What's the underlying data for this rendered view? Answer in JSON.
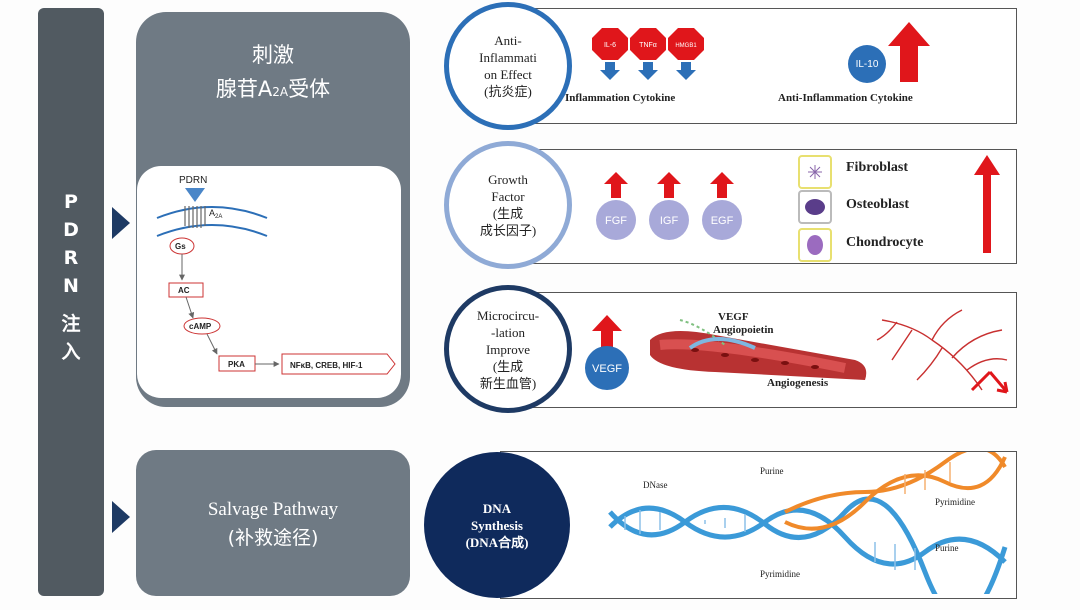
{
  "sidebar": {
    "text_lines": [
      "P",
      "D",
      "R",
      "N",
      "注",
      "入"
    ]
  },
  "a2a_panel": {
    "title_line1": "刺激",
    "title_prefix": "腺苷A",
    "title_sub": "2A",
    "title_suffix": "受体",
    "pathway": {
      "ligand": "PDRN",
      "receptor": "A",
      "receptor_sub": "2A",
      "gs": "Gs",
      "ac": "AC",
      "camp": "cAMP",
      "pka": "PKA",
      "targets": "NFκB, CREB, HIF-1"
    }
  },
  "salvage_panel": {
    "title": "Salvage Pathway",
    "subtitle": "(补救途径)"
  },
  "row1": {
    "circle_lines": [
      "Anti-",
      "Inflammati",
      "on Effect",
      "(抗炎症)"
    ],
    "cytokines": [
      "IL-6",
      "TNFα",
      "HMGB1"
    ],
    "cytokines_label": "Inflammation Cytokine",
    "il10": "IL-10",
    "anti_label": "Anti-Inflammation Cytokine"
  },
  "row2": {
    "circle_lines": [
      "Growth",
      "Factor",
      "(生成",
      "成长因子)"
    ],
    "factors": [
      "FGF",
      "IGF",
      "EGF"
    ],
    "cells": [
      "Fibroblast",
      "Osteoblast",
      "Chondrocyte"
    ]
  },
  "row3": {
    "circle_lines": [
      "Microcircu-",
      "-lation",
      "Improve",
      "(生成",
      "新生血管)"
    ],
    "vegf": "VEGF",
    "vegf_label": "VEGF",
    "angiopoietin_label": "Angiopoietin",
    "angiogenesis_label": "Angiogenesis"
  },
  "row4": {
    "circle_lines": [
      "DNA",
      "Synthesis",
      "(DNA合成)"
    ],
    "labels": {
      "dnase": "DNase",
      "purine1": "Purine",
      "pyrimidine1": "Pyrimidine",
      "purine2": "Purine",
      "pyrimidine2": "Pyrimidine"
    }
  },
  "colors": {
    "navy": "#1e3a64",
    "panel_gray": "#6f7a84",
    "sidebar": "#515a61",
    "red": "#e0161b",
    "lavender": "#a8a9d9",
    "blue_circle": "#2c6fb7"
  }
}
